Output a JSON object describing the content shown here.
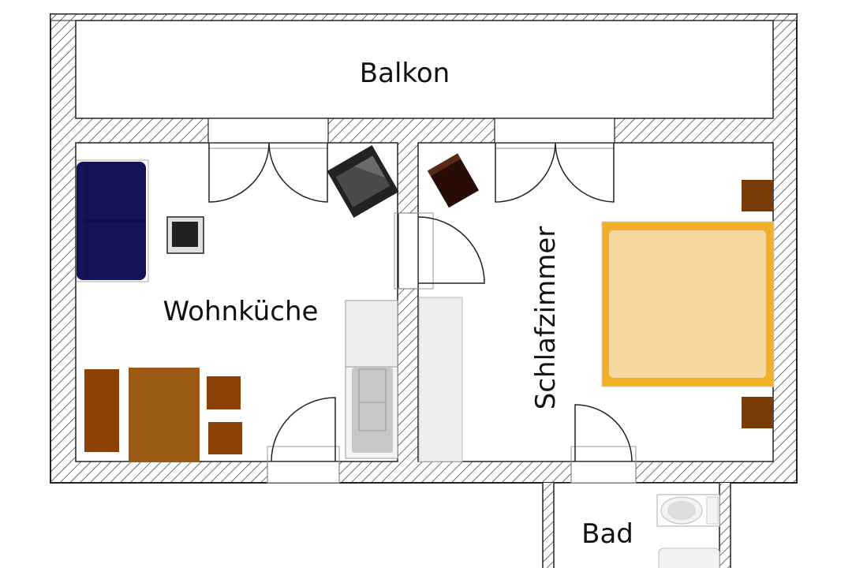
{
  "floorplan": {
    "rooms": {
      "balcony": {
        "label": "Balkon"
      },
      "living_kitchen": {
        "label": "Wohnküche"
      },
      "bedroom": {
        "label": "Schlafzimmer"
      },
      "bathroom": {
        "label": "Bad"
      }
    },
    "colors": {
      "wall_line": "#222222",
      "sofa": "#14145a",
      "table": "#9a5a14",
      "chairs": "#8a4208",
      "bed_frame": "#f2b02a",
      "bed_mattress": "#f7d9a0",
      "nightstand": "#7a3c08",
      "kitchen_counter": "#ededed",
      "wardrobe": "#eeeeee",
      "tv": "#2a2a2a",
      "dresser": "#2a0c06"
    }
  }
}
